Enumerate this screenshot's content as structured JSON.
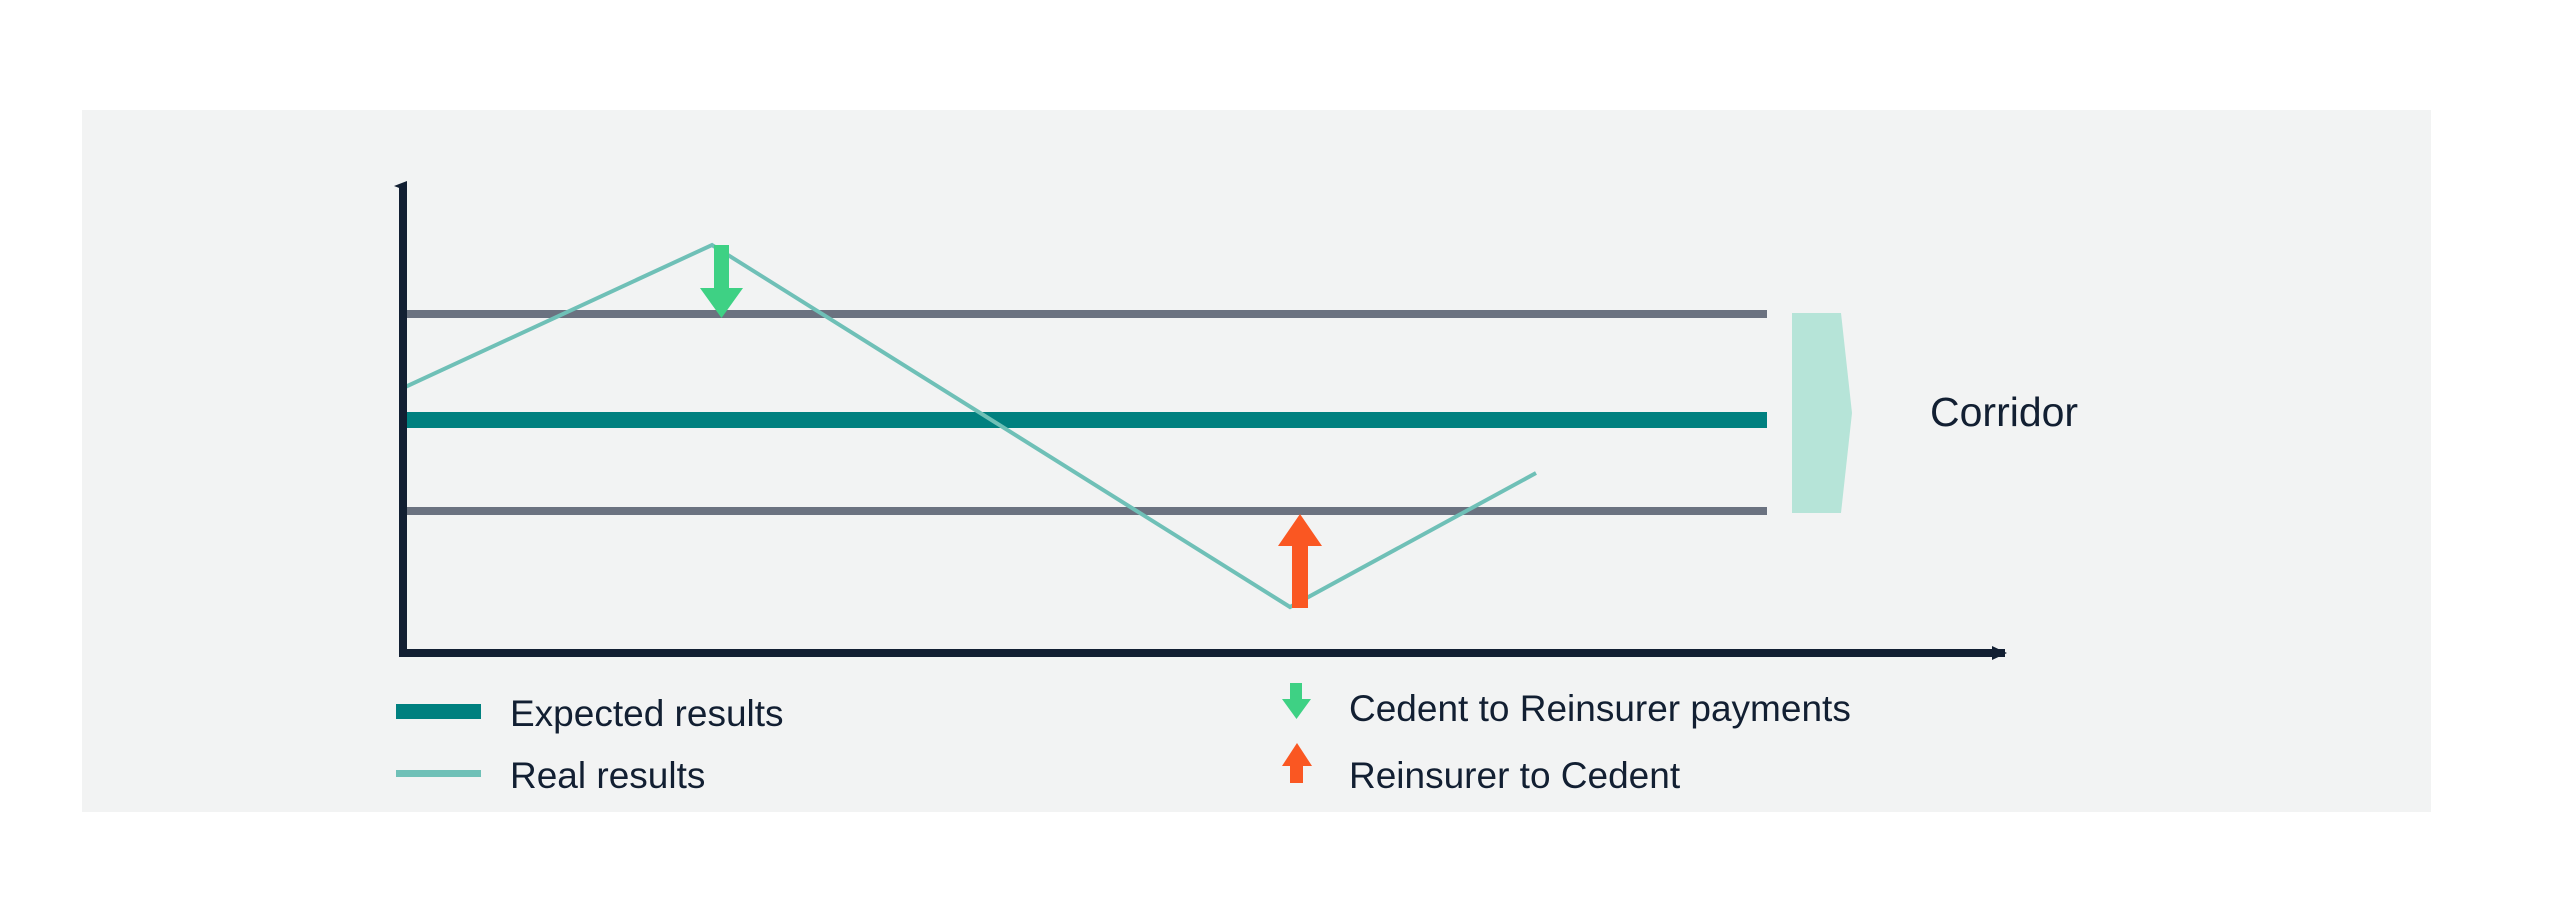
{
  "panel": {
    "background_color": "#f2f3f3",
    "page_background_color": "#ffffff"
  },
  "colors": {
    "axis": "#121f32",
    "corridor_boundary": "#6b7280",
    "expected_results": "#00807f",
    "real_results": "#6fc0b7",
    "corridor_bracket": "#b6e4d8",
    "cedent_to_reinsurer_arrow": "#3ed184",
    "reinsurer_to_cedent_arrow": "#fa5722",
    "text": "#121f32"
  },
  "annotations": {
    "corridor_label": "Corridor"
  },
  "legend": {
    "left_column": [
      {
        "label": "Expected results",
        "icon": "thick-line-swatch",
        "color": "#00807f",
        "style": "thick"
      },
      {
        "label": "Real results",
        "icon": "thin-line-swatch",
        "color": "#6fc0b7",
        "style": "thin"
      }
    ],
    "right_column": [
      {
        "label": "Cedent to Reinsurer payments",
        "icon": "arrow-down-icon",
        "color": "#3ed184",
        "direction": "down"
      },
      {
        "label": "Reinsurer to Cedent",
        "icon": "arrow-up-icon",
        "color": "#fa5722",
        "direction": "up"
      }
    ]
  },
  "chart_data": {
    "type": "line",
    "title": "",
    "xlabel": "",
    "ylabel": "",
    "grid": false,
    "legend_position": "bottom",
    "axes": {
      "y_axis": {
        "x": 403,
        "y_top": 174,
        "y_bottom": 653,
        "arrow": "up"
      },
      "x_axis": {
        "y": 653,
        "x_left": 403,
        "x_right": 2020,
        "arrow": "right"
      }
    },
    "reference_lines": [
      {
        "name": "corridor-upper-bound",
        "y": 314,
        "x_start": 403,
        "x_end": 1767,
        "color": "#6b7280",
        "thickness": 7
      },
      {
        "name": "expected-results",
        "y": 420,
        "x_start": 403,
        "x_end": 1767,
        "color": "#00807f",
        "thickness": 14
      },
      {
        "name": "corridor-lower-bound",
        "y": 511,
        "x_start": 403,
        "x_end": 1767,
        "color": "#6b7280",
        "thickness": 7
      }
    ],
    "series": [
      {
        "name": "Real results",
        "color": "#6fc0b7",
        "points": [
          {
            "x": 403,
            "y": 388
          },
          {
            "x": 712,
            "y": 245
          },
          {
            "x": 1290,
            "y": 607
          },
          {
            "x": 1536,
            "y": 473
          }
        ]
      }
    ],
    "annotation_arrows": [
      {
        "name": "cedent-to-reinsurer-arrow",
        "direction": "down",
        "color": "#3ed184",
        "x": 721,
        "y_start": 247,
        "y_end": 314
      },
      {
        "name": "reinsurer-to-cedent-arrow",
        "direction": "up",
        "color": "#fa5722",
        "x": 1300,
        "y_start": 608,
        "y_end": 516
      }
    ],
    "corridor_bracket": {
      "name": "corridor-bracket",
      "color": "#b6e4d8",
      "x_left": 1792,
      "x_right": 1852,
      "y_top": 313,
      "y_bottom": 513,
      "label": "Corridor"
    }
  }
}
